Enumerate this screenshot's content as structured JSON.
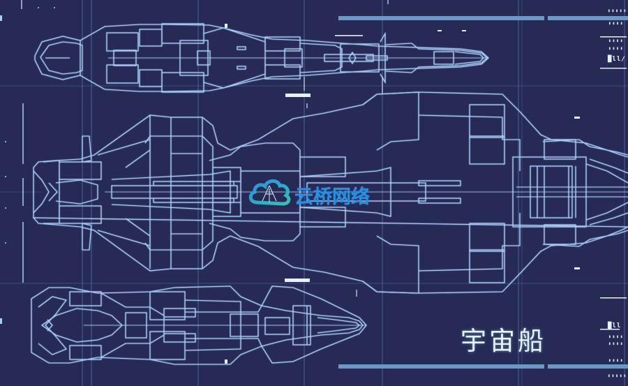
{
  "artwork": {
    "title": "宇宙船",
    "subject": "spaceship blueprint",
    "views": [
      "top-view",
      "side-view-main",
      "bottom-view"
    ]
  },
  "watermark": {
    "text": "云桥网络",
    "icon": "cloud-logo-icon"
  },
  "hud": {
    "top_right": {
      "code_row_1": "▮▮▮▮▮▮",
      "code_row_2": "▮▮▮▮",
      "code_row_3": "▮▮▮▮",
      "code_row_4": "▮▮▮▮",
      "big_label": "█ll/"
    },
    "bottom_right": {
      "big_label": "█ll",
      "code_row_1": "▮▮▮▮",
      "code_row_2": "▮▮▮▮",
      "code_row_3": "▮▮▮▮",
      "code_row_4": "▮▮▮▮▮"
    }
  },
  "colors": {
    "background": "#262a55",
    "line": "#a9cdf5",
    "line_bright": "#d6ebff",
    "grid": "#5a7fb5",
    "bar": "#6a9ac4",
    "title": "#e6f3ff",
    "watermark_teal": "#2ec4b6",
    "watermark_blue": "#2a8fe0"
  }
}
